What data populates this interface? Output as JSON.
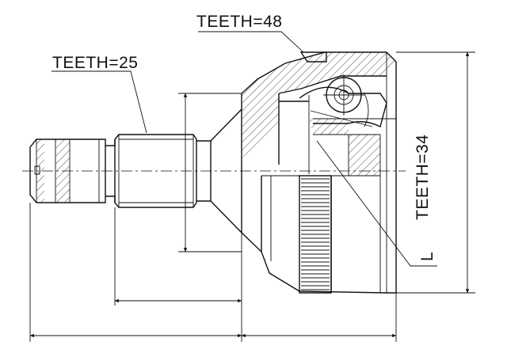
{
  "labels": {
    "teeth_outer": "TEETH=48",
    "teeth_shaft": "TEETH=25",
    "teeth_inner": "TEETH=34",
    "length_marker": "L"
  }
}
